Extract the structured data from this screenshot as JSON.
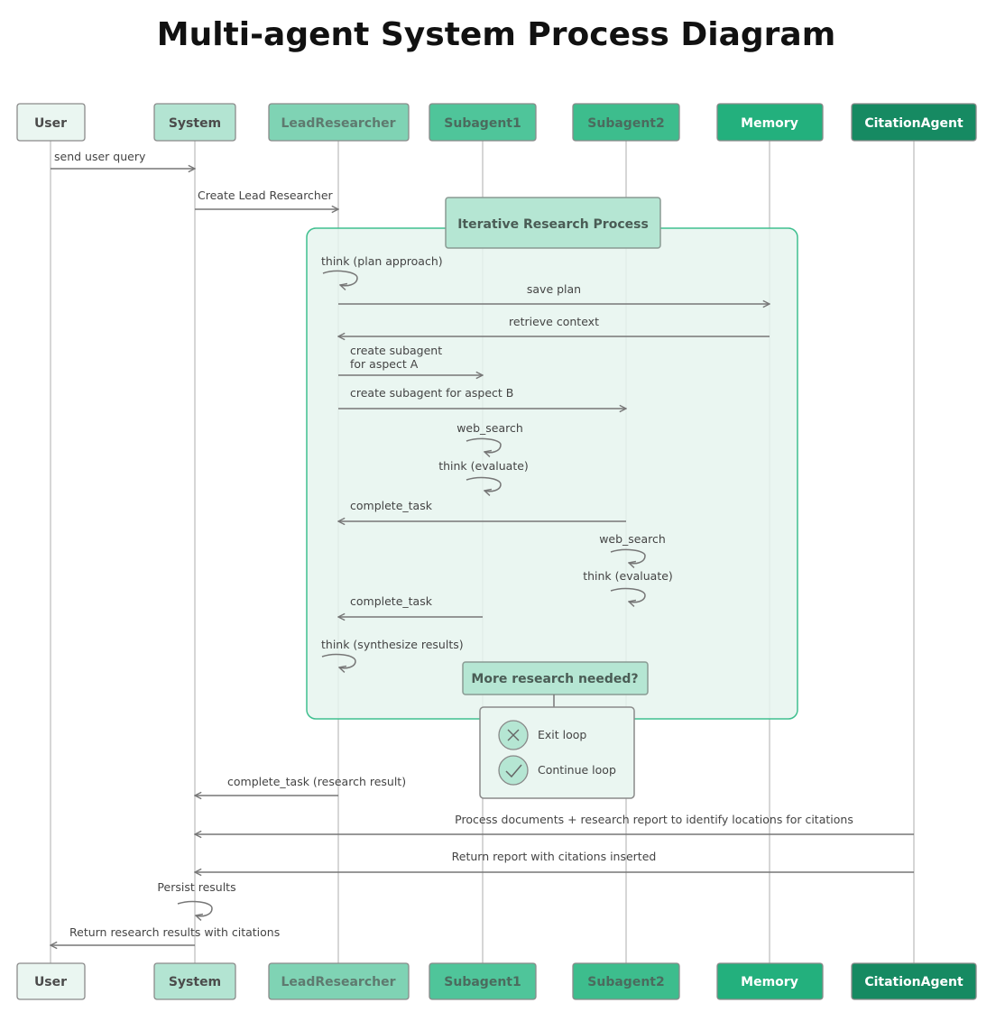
{
  "title": "Multi-agent System Process Diagram",
  "actors": [
    {
      "label": "User",
      "fill": "#eaf6f1",
      "text": "#4b4b4b"
    },
    {
      "label": "System",
      "fill": "#b3e4d2",
      "text": "#4b4b4b"
    },
    {
      "label": "LeadResearcher",
      "fill": "#7fd3b4",
      "text": "#5e7a6f"
    },
    {
      "label": "Subagent1",
      "fill": "#4fc59a",
      "text": "#4b6b5e"
    },
    {
      "label": "Subagent2",
      "fill": "#3dbd8d",
      "text": "#4b6b5e"
    },
    {
      "label": "Memory",
      "fill": "#23b07d",
      "text": "#ffffff"
    },
    {
      "label": "CitationAgent",
      "fill": "#168a62",
      "text": "#ffffff"
    }
  ],
  "loop": {
    "title": "Iterative Research Process",
    "decision": "More research needed?",
    "options": [
      {
        "label": "Exit loop",
        "icon": "x-icon"
      },
      {
        "label": "Continue loop",
        "icon": "check-icon"
      }
    ]
  },
  "messages": [
    {
      "text": "send user query"
    },
    {
      "text": "Create Lead Researcher"
    },
    {
      "text": "think (plan approach)"
    },
    {
      "text": "save plan"
    },
    {
      "text": "retrieve context"
    },
    {
      "text": "create subagent"
    },
    {
      "text": "for aspect A"
    },
    {
      "text": "create subagent for aspect B"
    },
    {
      "text": "web_search"
    },
    {
      "text": "think (evaluate)"
    },
    {
      "text": "complete_task"
    },
    {
      "text": "web_search"
    },
    {
      "text": "think (evaluate)"
    },
    {
      "text": "complete_task"
    },
    {
      "text": "think (synthesize results)"
    },
    {
      "text": "complete_task (research result)"
    },
    {
      "text": "Process documents + research report to identify locations for citations"
    },
    {
      "text": "Return report with citations inserted"
    },
    {
      "text": "Persist results"
    },
    {
      "text": "Return research results with citations"
    }
  ]
}
